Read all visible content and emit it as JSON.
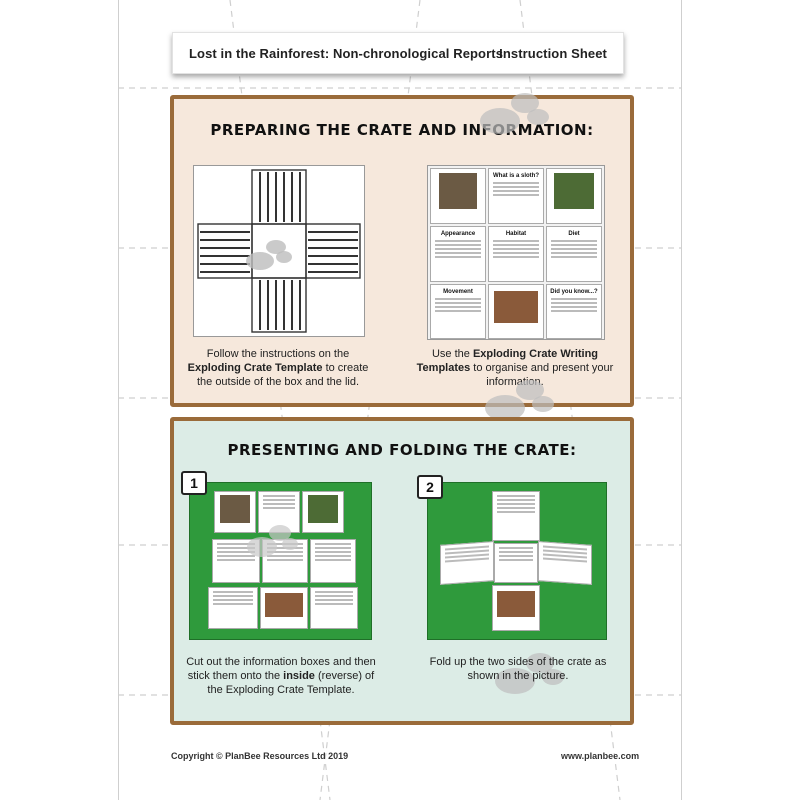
{
  "header": {
    "title": "Lost in the Rainforest: Non-chronological Reports",
    "sheet_type": "Instruction Sheet"
  },
  "section1": {
    "title": "PREPARING THE CRATE AND INFORMATION:",
    "left_caption_pre": "Follow the instructions on the",
    "left_caption_bold": "Exploding Crate Template",
    "left_caption_post": "to create the outside of the box and the lid.",
    "right_caption_pre": "Use the",
    "right_caption_bold": "Exploding Crate Writing Templates",
    "right_caption_post": "to organise and present your information.",
    "template_cards": [
      "What is a sloth?",
      "Appearance",
      "Habitat",
      "Diet",
      "Movement",
      "Did you know...?"
    ]
  },
  "section2": {
    "title": "PRESENTING AND FOLDING THE CRATE:",
    "step1_number": "1",
    "step2_number": "2",
    "step1_caption_pre": "Cut out the information boxes and then stick them onto the",
    "step1_caption_bold": "inside",
    "step1_caption_post": "(reverse) of the Exploding Crate Template.",
    "step2_caption": "Fold up the two sides of the crate as shown in the picture."
  },
  "footer": {
    "copyright": "Copyright © PlanBee Resources Ltd 2019",
    "website": "www.planbee.com"
  },
  "colors": {
    "panel_border": "#9a6b3a",
    "panel1_bg": "#f6e8dc",
    "panel2_bg": "#dcece6",
    "photo_green": "#2f9a3c"
  }
}
